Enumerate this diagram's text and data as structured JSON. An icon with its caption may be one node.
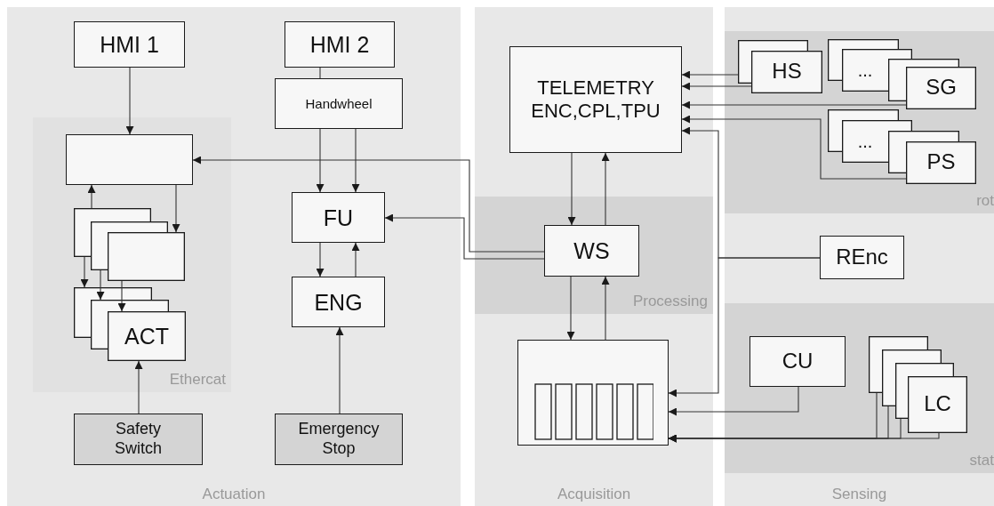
{
  "diagram": {
    "nodes": [
      {
        "text": [
          "Actuation"
        ]
      },
      {
        "text": [
          "HMI 1"
        ],
        "in": 0
      },
      {
        "text": [
          "HMI 2"
        ],
        "in": 0
      },
      {
        "text": [
          "Handwheel"
        ],
        "in": 0
      },
      {
        "text": [
          "Ethercat"
        ],
        "in": 0
      },
      {
        "text": [],
        "shape": "box",
        "in": 4
      },
      {
        "text": [],
        "shape": "box",
        "in": 4
      },
      {
        "text": [
          "ACT"
        ],
        "in": 4
      },
      {
        "text": [
          "FU"
        ],
        "in": 0
      },
      {
        "text": [
          "ENG"
        ],
        "in": 0
      },
      {
        "text": [
          "Safety Switch"
        ],
        "in": 0
      },
      {
        "text": [
          "Emergency Stop"
        ],
        "in": 0
      },
      {
        "text": [
          "Acquisition"
        ]
      },
      {
        "text": [
          "TELEMETRY",
          "ENC,CPL,TPU"
        ],
        "in": 12
      },
      {
        "text": [
          "Processing"
        ],
        "in": 12
      },
      {
        "text": [
          "WS"
        ],
        "in": 14
      },
      {
        "text": [],
        "shape": "box",
        "in": 12
      },
      {
        "text": [
          "Sensing"
        ]
      },
      {
        "text": [
          "rot"
        ],
        "in": 17
      },
      {
        "text": [
          "HS"
        ],
        "in": 18
      },
      {
        "text": [
          "...",
          "SG"
        ],
        "in": 18
      },
      {
        "text": [
          "...",
          "PS"
        ],
        "in": 18
      },
      {
        "text": [
          "REnc"
        ],
        "in": 17
      },
      {
        "text": [
          "stat"
        ],
        "in": 17
      },
      {
        "text": [
          "CU"
        ],
        "in": 23
      },
      {
        "text": [
          "LC"
        ],
        "in": 23
      }
    ],
    "edges": [
      {
        "from": 1,
        "to": 5,
        "arrow": "to"
      },
      {
        "from": 2,
        "to": 3,
        "arrow": "none"
      },
      {
        "from": 3,
        "to": 8,
        "arrow": "to"
      },
      {
        "from": 3,
        "to": 8,
        "arrow": "to"
      },
      {
        "from": 15,
        "to": 5,
        "arrow": "to"
      },
      {
        "from": 15,
        "to": 8,
        "arrow": "to"
      },
      {
        "from": 6,
        "to": 5,
        "arrow": "to"
      },
      {
        "from": 5,
        "to": 6,
        "arrow": "to"
      },
      {
        "from": 6,
        "to": 7,
        "arrow": "to"
      },
      {
        "from": 6,
        "to": 7,
        "arrow": "to"
      },
      {
        "from": 6,
        "to": 7,
        "arrow": "to"
      },
      {
        "from": 10,
        "to": 7,
        "arrow": "to"
      },
      {
        "from": 8,
        "to": 9,
        "arrow": "to"
      },
      {
        "from": 9,
        "to": 8,
        "arrow": "to"
      },
      {
        "from": 11,
        "to": 9,
        "arrow": "to"
      },
      {
        "from": 13,
        "to": 15,
        "arrow": "to"
      },
      {
        "from": 15,
        "to": 13,
        "arrow": "to"
      },
      {
        "from": 15,
        "to": 16,
        "arrow": "to"
      },
      {
        "from": 16,
        "to": 15,
        "arrow": "to"
      },
      {
        "from": 19,
        "to": 13,
        "arrow": "to"
      },
      {
        "from": 19,
        "to": 13,
        "arrow": "to"
      },
      {
        "from": 20,
        "to": 13,
        "arrow": "to"
      },
      {
        "from": 21,
        "to": 13,
        "arrow": "to"
      },
      {
        "from": 22,
        "to": 13,
        "arrow": "to"
      },
      {
        "from": 22,
        "to": 16,
        "arrow": "to"
      },
      {
        "from": 24,
        "to": 16,
        "arrow": "to"
      },
      {
        "from": 25,
        "to": 16,
        "arrow": "to"
      },
      {
        "from": 25,
        "to": 16,
        "arrow": "to"
      },
      {
        "from": 25,
        "to": 16,
        "arrow": "to"
      },
      {
        "from": 25,
        "to": 16,
        "arrow": "to"
      }
    ]
  }
}
